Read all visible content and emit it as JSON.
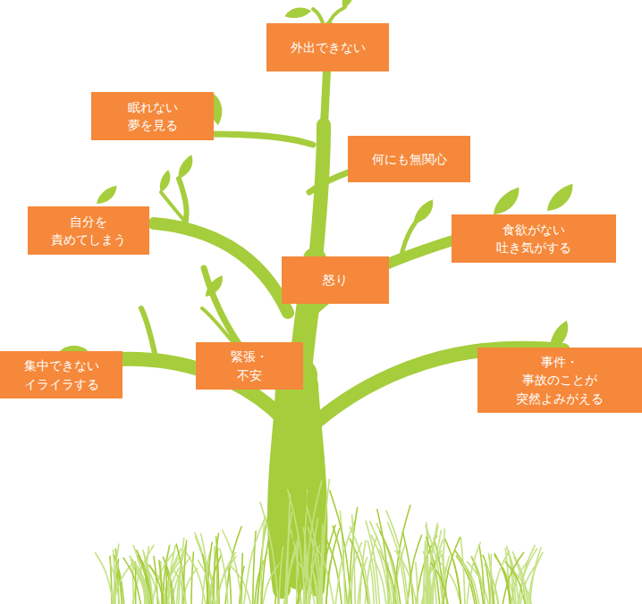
{
  "diagram": {
    "nodes": [
      {
        "text": [
          "外出できない"
        ]
      },
      {
        "text": [
          "眠れない 夢を見る"
        ]
      },
      {
        "text": [
          "何にも無関心"
        ]
      },
      {
        "text": [
          "自分を 責めてしまう"
        ]
      },
      {
        "text": [
          "食欲がない 吐き気がする"
        ]
      },
      {
        "text": [
          "怒り"
        ]
      },
      {
        "text": [
          "集中できない イライラする"
        ]
      },
      {
        "text": [
          "緊張・不安"
        ]
      },
      {
        "text": [
          "事件・事故のことが 突然よみがえる"
        ]
      }
    ]
  }
}
